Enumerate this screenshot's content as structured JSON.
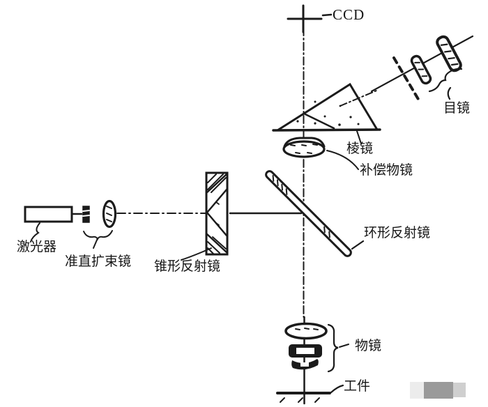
{
  "labels": {
    "ccd": "CCD",
    "eyepiece": "目镜",
    "prism": "棱镜",
    "compensation_objective": "补偿物镜",
    "laser": "激光器",
    "collimating_beam_expander": "准直扩束镜",
    "conical_reflector": "锥形反射镜",
    "annular_reflector": "环形反射镜",
    "objective": "物镜",
    "workpiece": "工件"
  },
  "colors": {
    "line": "#1b1b1b",
    "background": "#ffffff",
    "watermark_dark": "#9a9a9a",
    "watermark_light": "#ececec",
    "watermark_mid": "#cfcfcf"
  }
}
